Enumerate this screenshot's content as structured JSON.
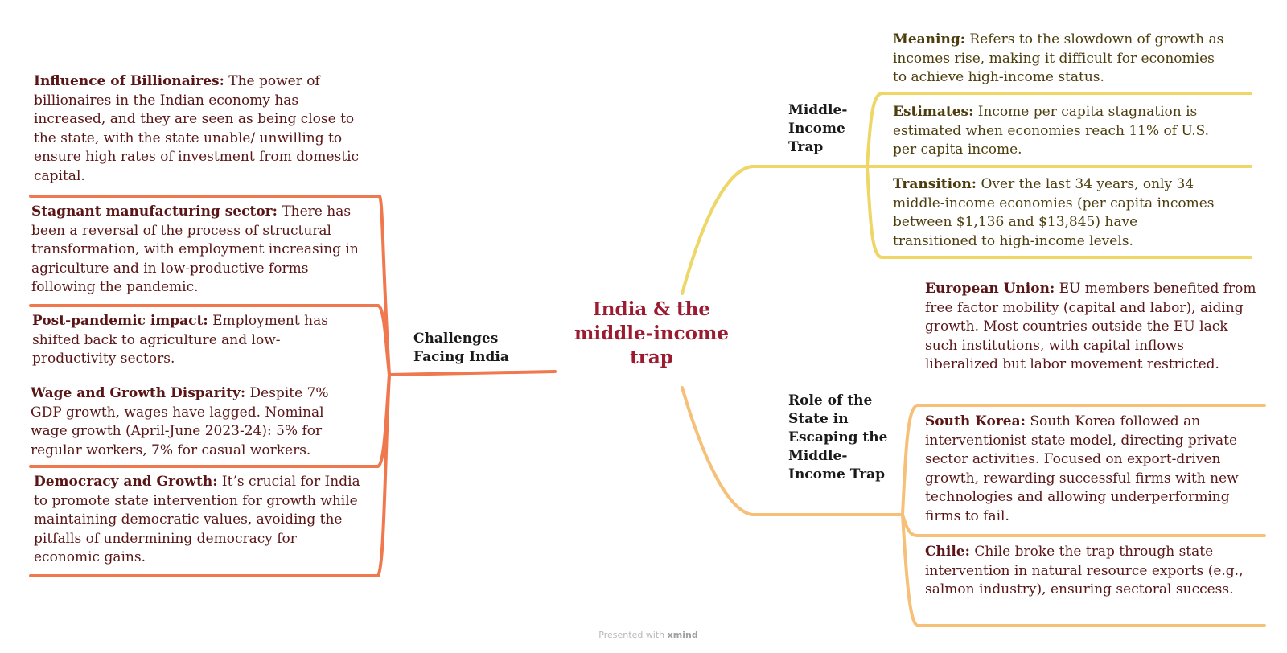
{
  "central_topic": "India & the middle-income trap",
  "colors": {
    "challenges": "#f0784f",
    "trap": "#eed667",
    "state": "#f7c079",
    "central": "#9b1b30"
  },
  "branches": {
    "challenges": {
      "label": "Challenges Facing India",
      "items": [
        {
          "title": "Influence of Billionaires:",
          "text": "The power of billionaires in the Indian economy has increased, and they are seen as being close to the state, with the state unable/ unwilling to ensure high rates of investment from domestic capital."
        },
        {
          "title": "Stagnant manufacturing sector:",
          "text": "There has been a reversal of the process of structural transformation, with employment increasing in agriculture and in low-productive forms following the pandemic."
        },
        {
          "title": "Post-pandemic impact:",
          "text": "Employment has shifted back to agriculture and low-productivity sectors."
        },
        {
          "title": "Wage and Growth Disparity:",
          "text": "Despite 7% GDP growth, wages have lagged. Nominal wage growth (April-June 2023-24): 5% for regular workers, 7% for casual workers."
        },
        {
          "title": "Democracy and Growth:",
          "text": "It’s crucial for India to promote state intervention for growth while maintaining democratic values, avoiding the pitfalls of undermining democracy for economic gains."
        }
      ]
    },
    "trap": {
      "label": "Middle-Income Trap",
      "items": [
        {
          "title": "Meaning:",
          "text": "Refers to the slowdown of growth as incomes rise, making it difficult for economies to achieve high-income status."
        },
        {
          "title": "Estimates:",
          "text": "Income per capita stagnation is estimated when economies reach 11% of U.S. per capita income."
        },
        {
          "title": "Transition:",
          "text": "Over the last 34 years, only 34 middle-income economies (per capita incomes between $1,136 and $13,845) have transitioned to high-income levels."
        }
      ]
    },
    "state": {
      "label": "Role of the State in Escaping the Middle-Income Trap",
      "items": [
        {
          "title": "European Union:",
          "text": "EU members benefited from free factor mobility (capital and labor), aiding growth. Most countries outside the EU lack such institutions, with capital inflows liberalized but labor movement restricted."
        },
        {
          "title": "South Korea:",
          "text": "South Korea followed an interventionist state model, directing private sector activities. Focused on export-driven growth, rewarding successful firms with new technologies and allowing underperforming firms to fail."
        },
        {
          "title": "Chile:",
          "text": "Chile broke the trap through state intervention in natural resource exports (e.g., salmon industry), ensuring sectoral success."
        }
      ]
    }
  },
  "footer": {
    "prefix": "Presented with",
    "brand": "xmind"
  }
}
